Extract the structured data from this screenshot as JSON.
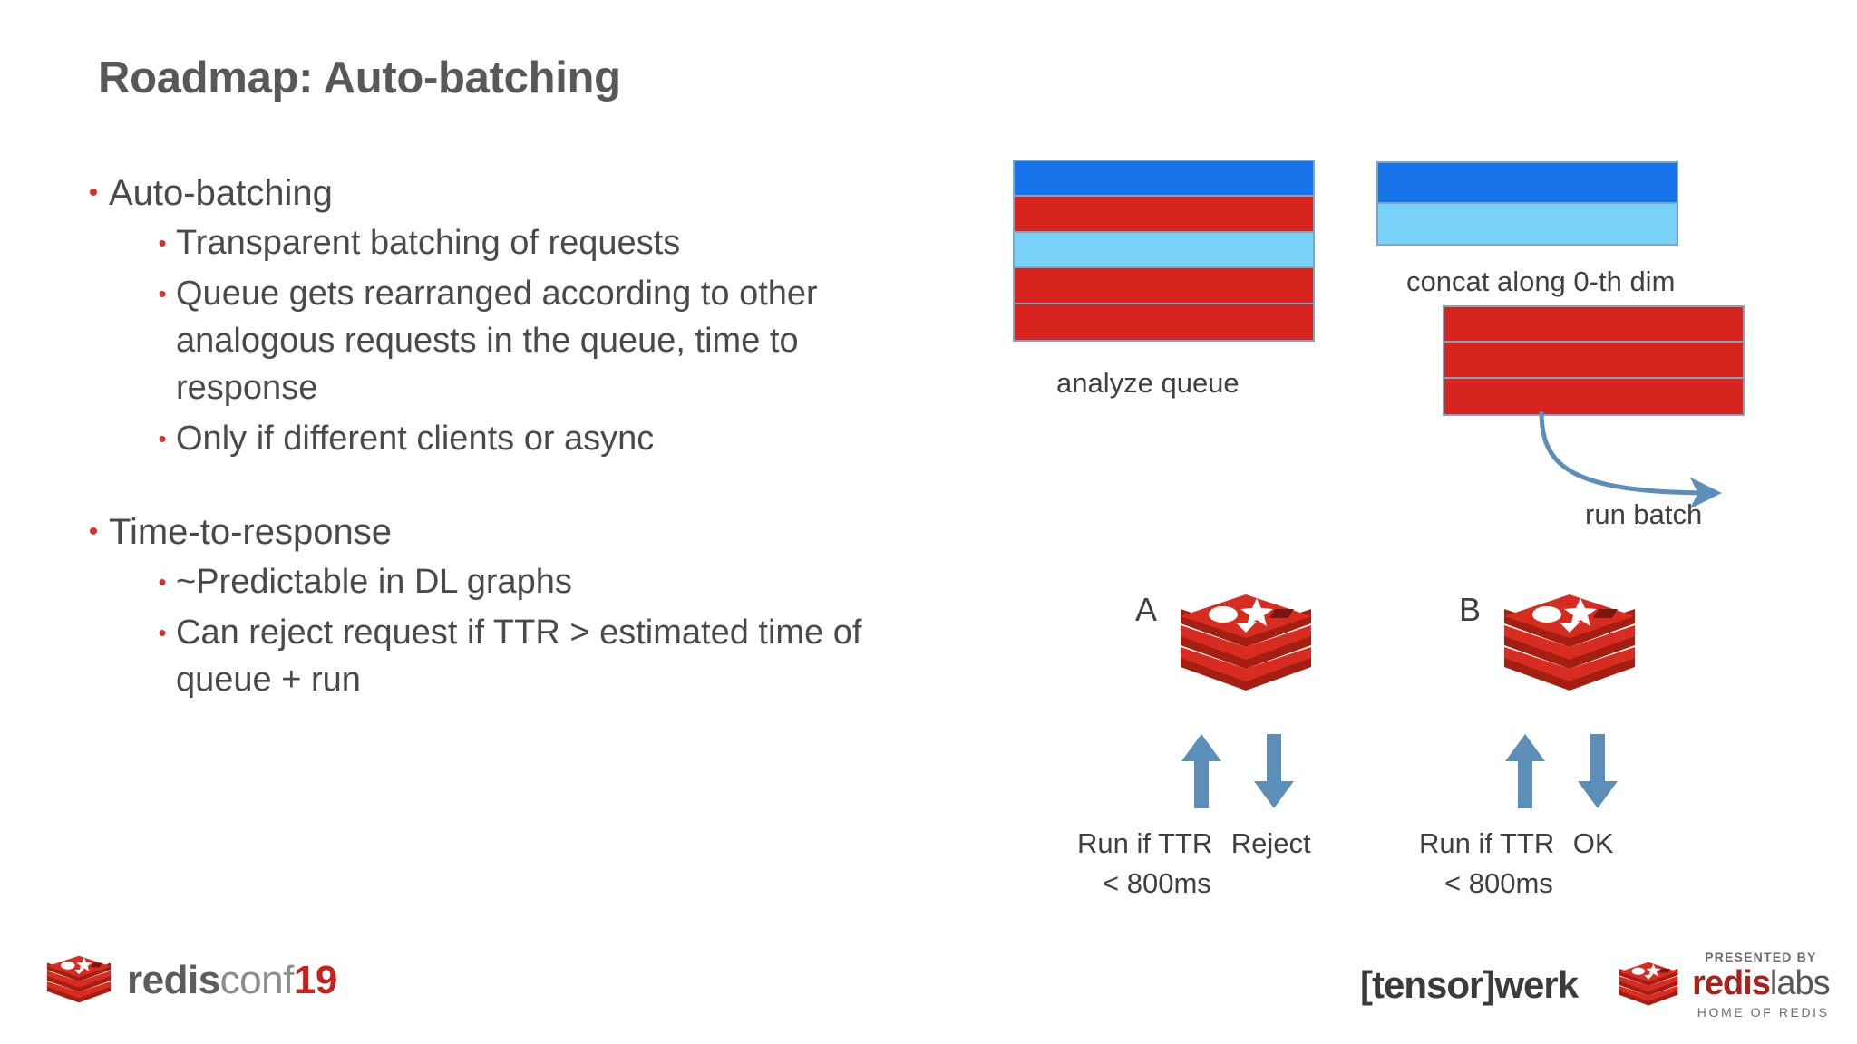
{
  "slide": {
    "title": "Roadmap: Auto-batching"
  },
  "bullets": [
    {
      "level": 1,
      "text": "Auto-batching"
    },
    {
      "level": 2,
      "text": "Transparent batching of requests"
    },
    {
      "level": 2,
      "text": "Queue gets rearranged according to other analogous requests in the queue, time to response"
    },
    {
      "level": 2,
      "text": "Only if different clients or async"
    },
    {
      "level": 1,
      "text": "Time-to-response"
    },
    {
      "level": 2,
      "text": "~Predictable in DL graphs"
    },
    {
      "level": 2,
      "text": "Can reject request if TTR > estimated time of queue + run"
    }
  ],
  "diagram": {
    "queue_block": {
      "caption": "analyze queue",
      "bands": [
        "#1673e8",
        "#d8241f",
        "#78d2f8",
        "#d8241f",
        "#d8241f"
      ]
    },
    "pair_block": {
      "bands": [
        "#1673e8",
        "#78d2f8"
      ]
    },
    "concat_block": {
      "caption": "concat along 0-th dim",
      "bands": [
        "#d8241f",
        "#d8241f",
        "#d8241f"
      ]
    },
    "run_batch_label": "run batch",
    "nodes": [
      {
        "id": "a",
        "label": "A",
        "up_label": "Run if TTR",
        "up_label2": "< 800ms",
        "down_label": "Reject"
      },
      {
        "id": "b",
        "label": "B",
        "up_label": "Run if TTR",
        "up_label2": "< 800ms",
        "down_label": "OK"
      }
    ]
  },
  "footer": {
    "redisconf": {
      "redis": "redis",
      "conf": "conf",
      "year": "19"
    },
    "tensorwerk": "[tensor]werk",
    "redislabs": {
      "presented_by": "PRESENTED BY",
      "name_a": "redis",
      "name_b": "labs",
      "tagline": "HOME OF REDIS"
    }
  },
  "colors": {
    "accent_red": "#d8332a",
    "text_gray": "#4a4a4a",
    "arrow_blue": "#5b8fb9",
    "block_border": "#7ba7c7",
    "redis_red": "#d82c20"
  }
}
